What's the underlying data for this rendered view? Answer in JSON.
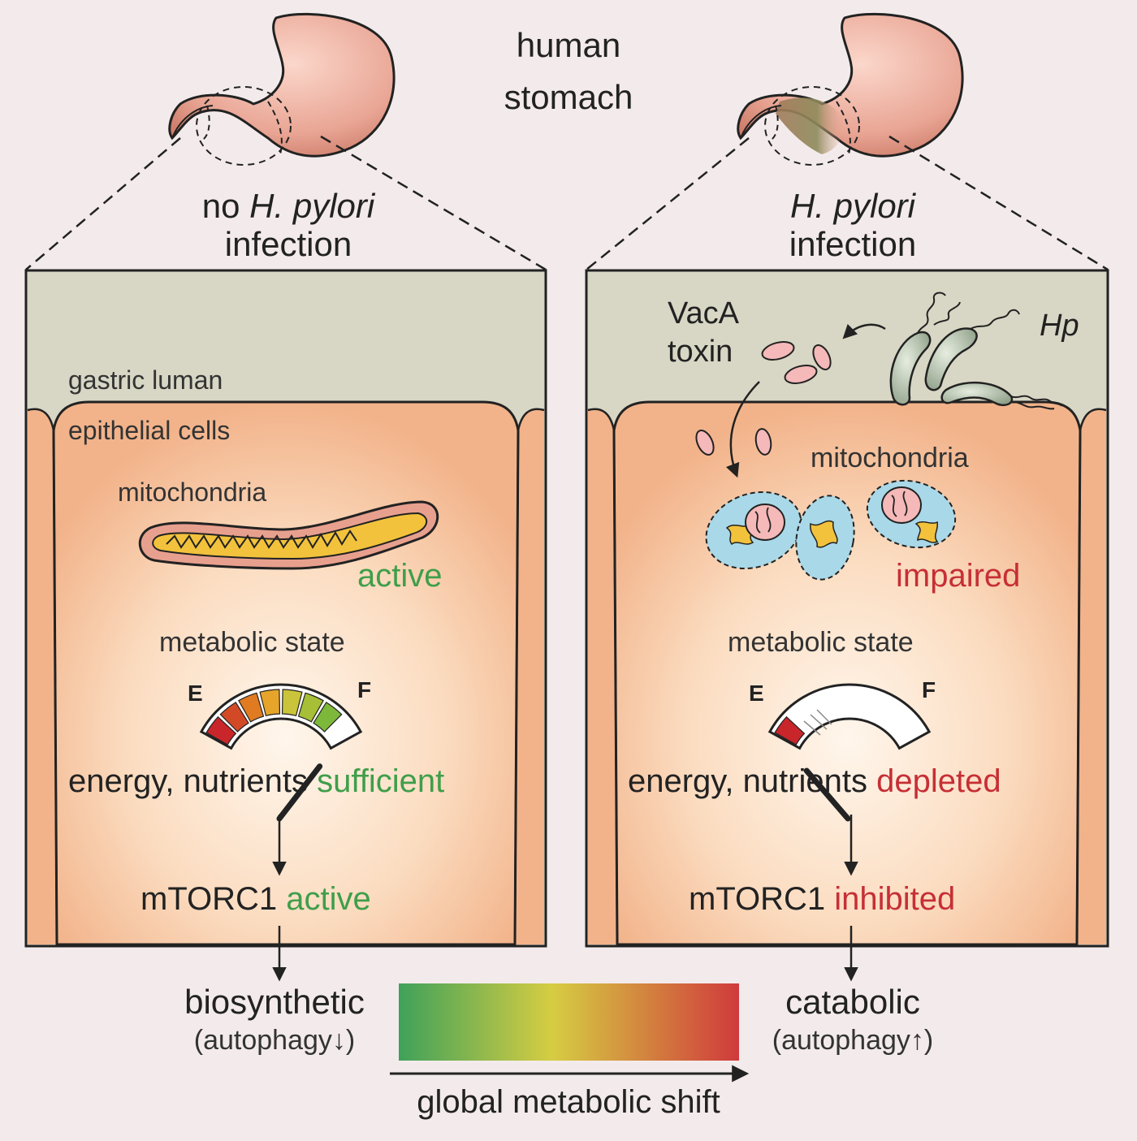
{
  "title": {
    "line1": "human",
    "line2": "stomach"
  },
  "left": {
    "header_pre": "no ",
    "header_italic": "H. pylori",
    "header_line2": "infection",
    "lumen_label": "gastric luman",
    "epithelial_label": "epithelial cells",
    "mito_label": "mitochondria",
    "mito_state": "active",
    "metabolic_label": "metabolic state",
    "gauge_e": "E",
    "gauge_f": "F",
    "energy_text": "energy, nutrients ",
    "energy_state": "sufficient",
    "mtorc_text": "mTORC1 ",
    "mtorc_state": "active"
  },
  "right": {
    "header_italic": "H. pylori",
    "header_line2": "infection",
    "toxin_line1": "VacA",
    "toxin_line2": "toxin",
    "hp_label": "Hp",
    "mito_label": "mitochondria",
    "mito_state": "impaired",
    "metabolic_label": "metabolic state",
    "gauge_e": "E",
    "gauge_f": "F",
    "energy_text": "energy, nutrients ",
    "energy_state": "depleted",
    "mtorc_text": "mTORC1 ",
    "mtorc_state": "inhibited"
  },
  "outcome": {
    "left_line1": "biosynthetic",
    "left_line2": "(autophagy↓)",
    "right_line1": "catabolic",
    "right_line2": "(autophagy↑)",
    "shift_label": "global metabolic shift"
  },
  "colors": {
    "background": "#f3ebeb",
    "lumen": "#d8d6c4",
    "cell_fill": "#f6c8a4",
    "stomach": "#e49a8a",
    "active_green": "#3f9e4a",
    "impaired_red": "#c62f35",
    "gradient_start": "#3fa15a",
    "gradient_mid": "#d8d040",
    "gradient_end": "#d03a3c"
  },
  "gauges": {
    "left_fill_fraction": 0.85,
    "right_fill_fraction": 0.1
  }
}
